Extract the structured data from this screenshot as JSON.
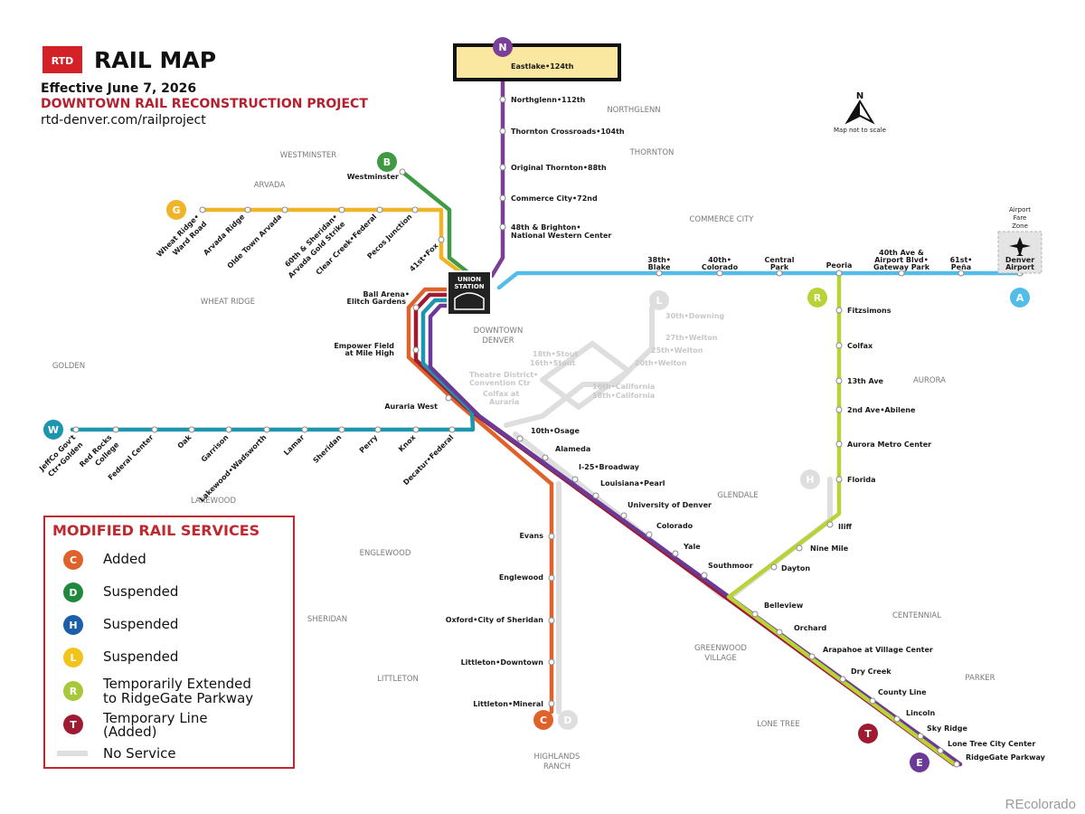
{
  "header": {
    "logo": "RTD",
    "title": "RAIL MAP",
    "effective": "Effective June 7, 2026",
    "project": "DOWNTOWN RAIL RECONSTRUCTION PROJECT",
    "url": "rtd-denver.com/railproject"
  },
  "compass": {
    "north": "N",
    "note": "Map not to scale"
  },
  "airport_zone": [
    "Airport",
    "Fare",
    "Zone"
  ],
  "union_station": [
    "UNION",
    "STATION"
  ],
  "line_badges": {
    "N": "N",
    "B": "B",
    "G": "G",
    "W": "W",
    "A": "A",
    "R": "R",
    "L": "L",
    "H": "H",
    "C": "C",
    "D": "D",
    "T": "T",
    "E": "E"
  },
  "areas": {
    "westminster": "WESTMINSTER",
    "arvada": "ARVADA",
    "northglenn": "NORTHGLENN",
    "thornton": "THORNTON",
    "commerce_city": "COMMERCE CITY",
    "wheat_ridge": "WHEAT RIDGE",
    "golden": "GOLDEN",
    "downtown_denver": [
      "DOWNTOWN",
      "DENVER"
    ],
    "aurora": "AURORA",
    "glendale": "GLENDALE",
    "lakewood": "LAKEWOOD",
    "englewood": "ENGLEWOOD",
    "sheridan": "SHERIDAN",
    "littleton": "LITTLETON",
    "greenwood_village": [
      "GREENWOOD",
      "VILLAGE"
    ],
    "centennial": "CENTENNIAL",
    "parker": "PARKER",
    "lone_tree": "LONE TREE",
    "highlands_ranch": [
      "HIGHLANDS",
      "RANCH"
    ]
  },
  "stations": {
    "n_line": [
      "Eastlake•124th",
      "Northglenn•112th",
      "Thornton Crossroads•104th",
      "Original Thornton•88th",
      "Commerce City•72nd",
      "48th & Brighton•",
      "National Western Center"
    ],
    "b_line": [
      "Westminster"
    ],
    "g_line": [
      "Wheat Ridge•",
      "Ward Road",
      "Arvada Ridge",
      "Olde Town Arvada",
      "60th & Sheridan•",
      "Arvada Gold Strike",
      "Clear Creek•Federal",
      "Pecos Junction",
      "41st•Fox"
    ],
    "a_line": [
      "38th•",
      "Blake",
      "40th•",
      "Colorado",
      "Central",
      "Park",
      "Peoria",
      "40th Ave &",
      "Airport Blvd•",
      "Gateway Park",
      "61st•",
      "Peña",
      "Denver",
      "Airport"
    ],
    "r_line": [
      "Fitzsimons",
      "Colfax",
      "13th Ave",
      "2nd Ave•Abilene",
      "Aurora Metro Center",
      "Florida",
      "Iliff",
      "Nine Mile",
      "Dayton"
    ],
    "downtown": [
      "Ball Arena•",
      "Elitch Gardens",
      "Empower Field",
      "at Mile High",
      "Auraria West"
    ],
    "w_line": [
      "JeffCo Gov't",
      "Ctr•Golden",
      "Red Rocks",
      "College",
      "Federal Center",
      "Oak",
      "Garrison",
      "Lakewood•Wadsworth",
      "Lamar",
      "Sheridan",
      "Perry",
      "Knox",
      "Decatur•Federal"
    ],
    "l_line": [
      "30th•Downing",
      "27th•Welton",
      "25th•Welton",
      "20th•Welton",
      "18th•Stout",
      "16th•Stout",
      "Theatre District•",
      "Convention Ctr",
      "Colfax at",
      "Auraria",
      "16th•California",
      "18th•California"
    ],
    "southeast": [
      "10th•Osage",
      "Alameda",
      "I-25•Broadway",
      "Louisiana•Pearl",
      "University of Denver",
      "Colorado",
      "Yale",
      "Southmoor",
      "Belleview",
      "Orchard",
      "Arapahoe at Village Center",
      "Dry Creek",
      "County Line",
      "Lincoln",
      "Sky Ridge",
      "Lone Tree City Center",
      "RidgeGate Parkway"
    ],
    "southwest": [
      "Evans",
      "Englewood",
      "Oxford•City of Sheridan",
      "Littleton•Downtown",
      "Littleton•Mineral"
    ]
  },
  "legend": {
    "title": "MODIFIED RAIL SERVICES",
    "items": [
      {
        "badge": "C",
        "color": "#e0622b",
        "label": [
          "Added"
        ]
      },
      {
        "badge": "D",
        "color": "#1f8a3e",
        "label": [
          "Suspended"
        ]
      },
      {
        "badge": "H",
        "color": "#1d5ea8",
        "label": [
          "Suspended"
        ]
      },
      {
        "badge": "L",
        "color": "#f2c318",
        "label": [
          "Suspended"
        ]
      },
      {
        "badge": "R",
        "color": "#a6c83a",
        "label": [
          "Temporarily Extended",
          "to RidgeGate Parkway"
        ]
      },
      {
        "badge": "T",
        "color": "#9e1b32",
        "label": [
          "Temporary Line",
          "(Added)"
        ]
      }
    ],
    "no_service": "No Service"
  },
  "credit": "REcolorado",
  "colors": {
    "n_line": "#7b3f98",
    "b_line": "#3f9a44",
    "g_line": "#f0b428",
    "w_line": "#1c95ad",
    "a_line": "#52bde8",
    "r_line": "#b7d335",
    "c_line": "#e0622b",
    "t_line": "#9e1b32",
    "e_line": "#6b3a96",
    "h_line": "#1d5ea8",
    "no_service": "#dedede",
    "red": "#c0282f"
  }
}
